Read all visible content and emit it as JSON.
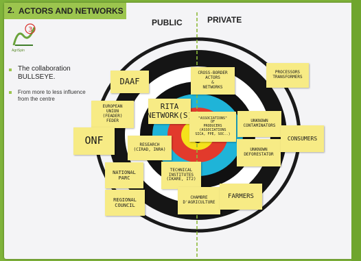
{
  "slide": {
    "number": "2.",
    "title": "ACTORS AND NETWORKS",
    "logo_number": "3",
    "logo_caption": "AgriSpin",
    "subtitle": "The collaboration BULLSEYE.",
    "description": "From more to less influence from the centre"
  },
  "sides": {
    "public": "PUBLIC",
    "private": "PRIVATE"
  },
  "notes": [
    {
      "id": "daaf",
      "text": "DAAF"
    },
    {
      "id": "cross-border",
      "text": "CROSS-BORDER\nACTORS\n&\nNETWORKS"
    },
    {
      "id": "processors",
      "text": "PROCESSORS\nTRANSFORMERS"
    },
    {
      "id": "european-union",
      "text": "EUROPEAN\nUNION\n(FEADER)\nFEDER"
    },
    {
      "id": "rita",
      "text": "RITA\nNETWORK(S)"
    },
    {
      "id": "associations",
      "text": "\"ASSOCIATIONS\"\nOF\nPRODUCERS\n(ASSOCIATIONS\nSICA, FPE, SOC..)"
    },
    {
      "id": "unknown-contaminators",
      "text": "UNKNOWN\nCONTAMINATORS"
    },
    {
      "id": "onf",
      "text": "ONF"
    },
    {
      "id": "research",
      "text": "RESEARCH\n(CIRAD, INRA)"
    },
    {
      "id": "unknown-deforestator",
      "text": "UNKNOWN\nDEFORESTATOR"
    },
    {
      "id": "consumers",
      "text": "CONSUMERS"
    },
    {
      "id": "national-parc",
      "text": "NATIONAL\nPARC"
    },
    {
      "id": "technical-institutes",
      "text": "TECHNICAL\nINSTITUTES\n(IKARE, IT2)"
    },
    {
      "id": "regional-council",
      "text": "REGIONAL\nCOUNCIL"
    },
    {
      "id": "chambre",
      "text": "CHAMBRE\nD'AGRICULTURE"
    },
    {
      "id": "farmers",
      "text": "FARMERS"
    }
  ],
  "colors": {
    "note": "#f7eb85",
    "title_bar": "#9cc54e",
    "rings": [
      "#ffffff",
      "#111111",
      "#ffffff",
      "#111111",
      "#1fb4d8",
      "#e23a2c",
      "#f5e21a"
    ],
    "divider": "#8dbb3a"
  }
}
